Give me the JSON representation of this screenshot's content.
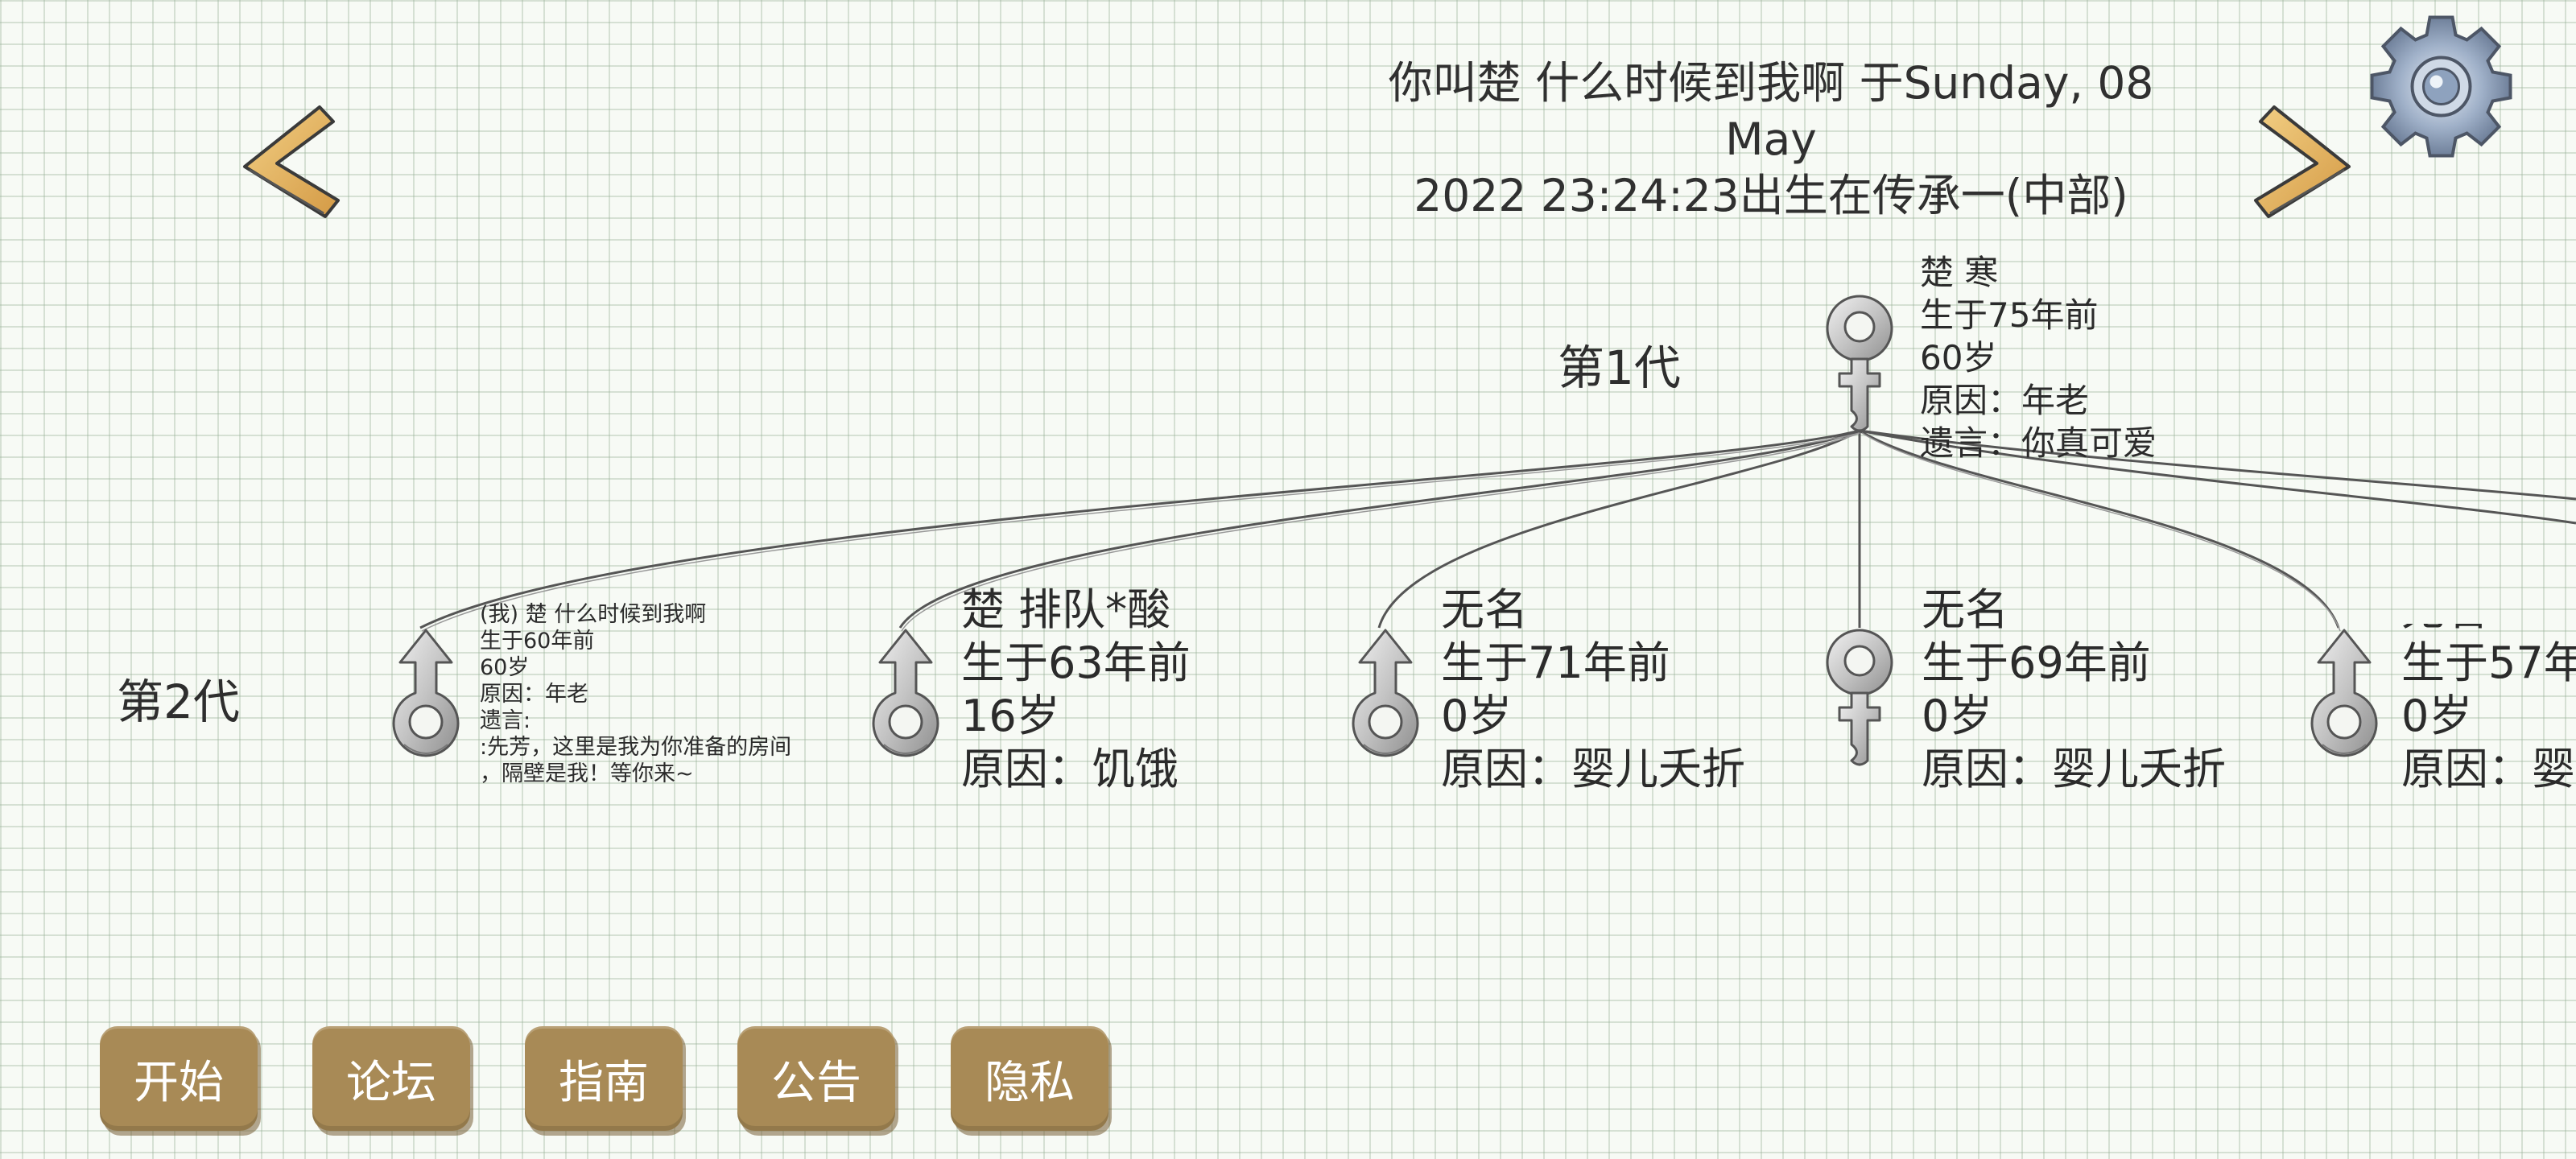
{
  "header": {
    "title_line1": "你叫楚 什么时候到我啊 于Sunday, 08 May",
    "title_line2": "2022 23:24:23出生在传承一(中部)"
  },
  "generations": {
    "gen1_label": "第1代",
    "gen2_label": "第2代"
  },
  "ancestor": {
    "name": "楚 寒",
    "born": "生于75年前",
    "age": "60岁",
    "cause": "原因：年老",
    "last_words": "遗言：你真可爱",
    "sex": "female"
  },
  "children": [
    {
      "name": "(我) 楚 什么时候到我啊",
      "born": "生于60年前",
      "age": "60岁",
      "cause": "原因：年老",
      "last_words_label": "遗言:",
      "last_words_line1": ":先芳，这里是我为你准备的房间",
      "last_words_line2": "，隔壁是我！等你来~",
      "sex": "male"
    },
    {
      "name": "楚 排队*酸",
      "born": "生于63年前",
      "age": "16岁",
      "cause": "原因：饥饿",
      "sex": "male"
    },
    {
      "name": "无名",
      "born": "生于71年前",
      "age": "0岁",
      "cause": "原因：婴儿夭折",
      "sex": "male"
    },
    {
      "name": "无名",
      "born": "生于69年前",
      "age": "0岁",
      "cause": "原因：婴儿夭折",
      "sex": "female"
    },
    {
      "name": "无名",
      "born": "生于57年",
      "age": "0岁",
      "cause": "原因：婴",
      "sex": "male"
    }
  ],
  "buttons": {
    "start": "开始",
    "forum": "论坛",
    "guide": "指南",
    "notice": "公告",
    "privacy": "隐私"
  },
  "icons": {
    "prev": "chevron-left-icon",
    "next": "chevron-right-icon",
    "settings": "gear-icon",
    "male": "male-symbol-icon",
    "female": "female-symbol-icon"
  },
  "colors": {
    "button_bg": "#a88a56",
    "arrow_fill": "#e0b060",
    "symbol_fill": "#c9c9c9"
  }
}
